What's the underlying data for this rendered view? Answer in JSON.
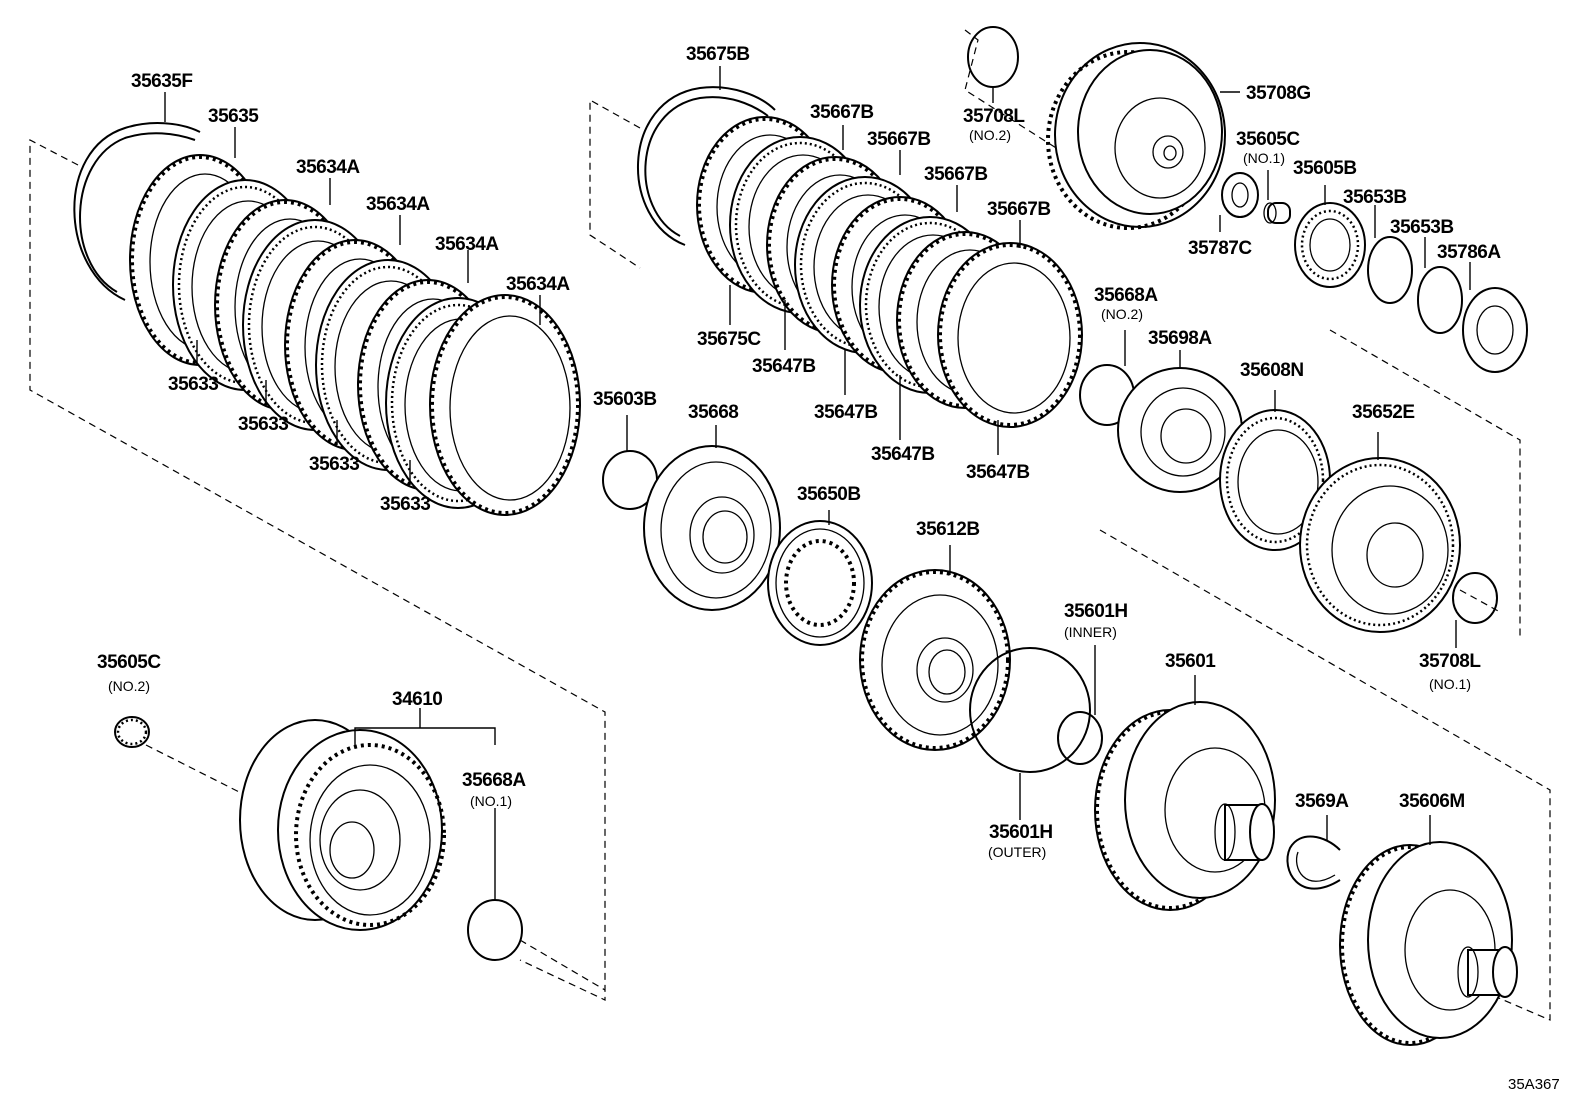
{
  "diagram_ref": "35A367",
  "parts": {
    "p35635F": "35635F",
    "p35635": "35635",
    "p35634A_1": "35634A",
    "p35634A_2": "35634A",
    "p35634A_3": "35634A",
    "p35634A_4": "35634A",
    "p35633_1": "35633",
    "p35633_2": "35633",
    "p35633_3": "35633",
    "p35633_4": "35633",
    "p35675B": "35675B",
    "p35667B_1": "35667B",
    "p35667B_2": "35667B",
    "p35667B_3": "35667B",
    "p35667B_4": "35667B",
    "p35675C": "35675C",
    "p35647B_1": "35647B",
    "p35647B_2": "35647B",
    "p35647B_3": "35647B",
    "p35647B_4": "35647B",
    "p35708L_top": "35708L",
    "p35708L_top_sub": "(NO.2)",
    "p35708G": "35708G",
    "p35605C_top": "35605C",
    "p35605C_top_sub": "(NO.1)",
    "p35605B": "35605B",
    "p35787C": "35787C",
    "p35653B_1": "35653B",
    "p35653B_2": "35653B",
    "p35786A": "35786A",
    "p35668A_top": "35668A",
    "p35668A_top_sub": "(NO.2)",
    "p35698A": "35698A",
    "p35608N": "35608N",
    "p35652E": "35652E",
    "p35708L_right": "35708L",
    "p35708L_right_sub": "(NO.1)",
    "p35603B": "35603B",
    "p35668": "35668",
    "p35650B": "35650B",
    "p35612B": "35612B",
    "p35601H_inner": "35601H",
    "p35601H_inner_sub": "(INNER)",
    "p35601H_outer": "35601H",
    "p35601H_outer_sub": "(OUTER)",
    "p35601": "35601",
    "p3569A": "3569A",
    "p35606M": "35606M",
    "p35605C_left": "35605C",
    "p35605C_left_sub": "(NO.2)",
    "p34610": "34610",
    "p35668A_bottom": "35668A",
    "p35668A_bottom_sub": "(NO.1)"
  }
}
